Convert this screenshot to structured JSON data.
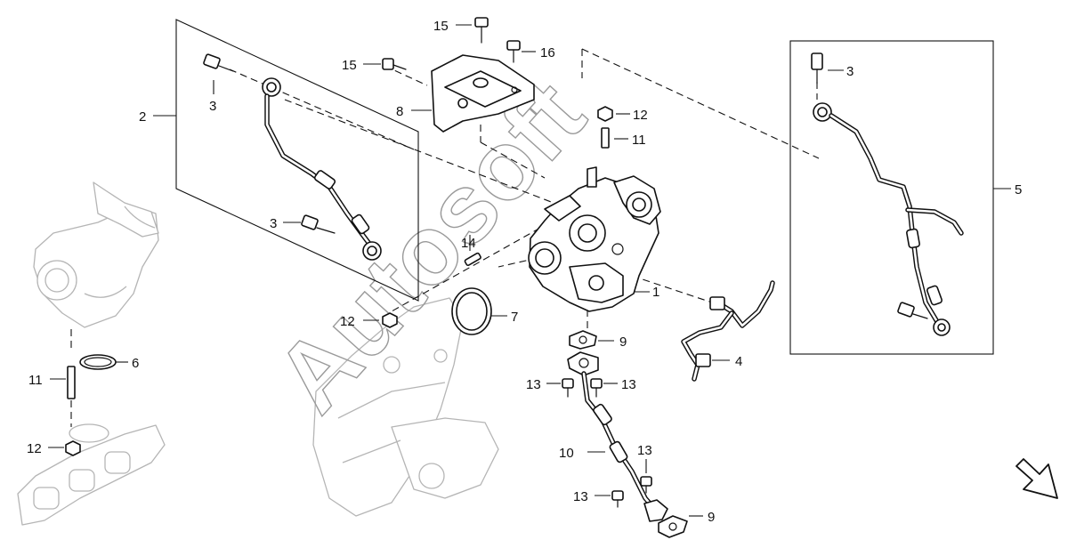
{
  "watermark": "Autosoft",
  "part_labels": {
    "p1": "1",
    "p2": "2",
    "p3a": "3",
    "p3b": "3",
    "p3c": "3",
    "p4": "4",
    "p5": "5",
    "p6": "6",
    "p7": "7",
    "p8": "8",
    "p9a": "9",
    "p9b": "9",
    "p10": "10",
    "p11a": "11",
    "p11b": "11",
    "p12a": "12",
    "p12b": "12",
    "p12c": "12",
    "p13a": "13",
    "p13b": "13",
    "p13c": "13",
    "p13d": "13",
    "p14": "14",
    "p15a": "15",
    "p15b": "15",
    "p16": "16"
  },
  "icons": {
    "direction_arrow": "arrow-down-right-icon"
  }
}
